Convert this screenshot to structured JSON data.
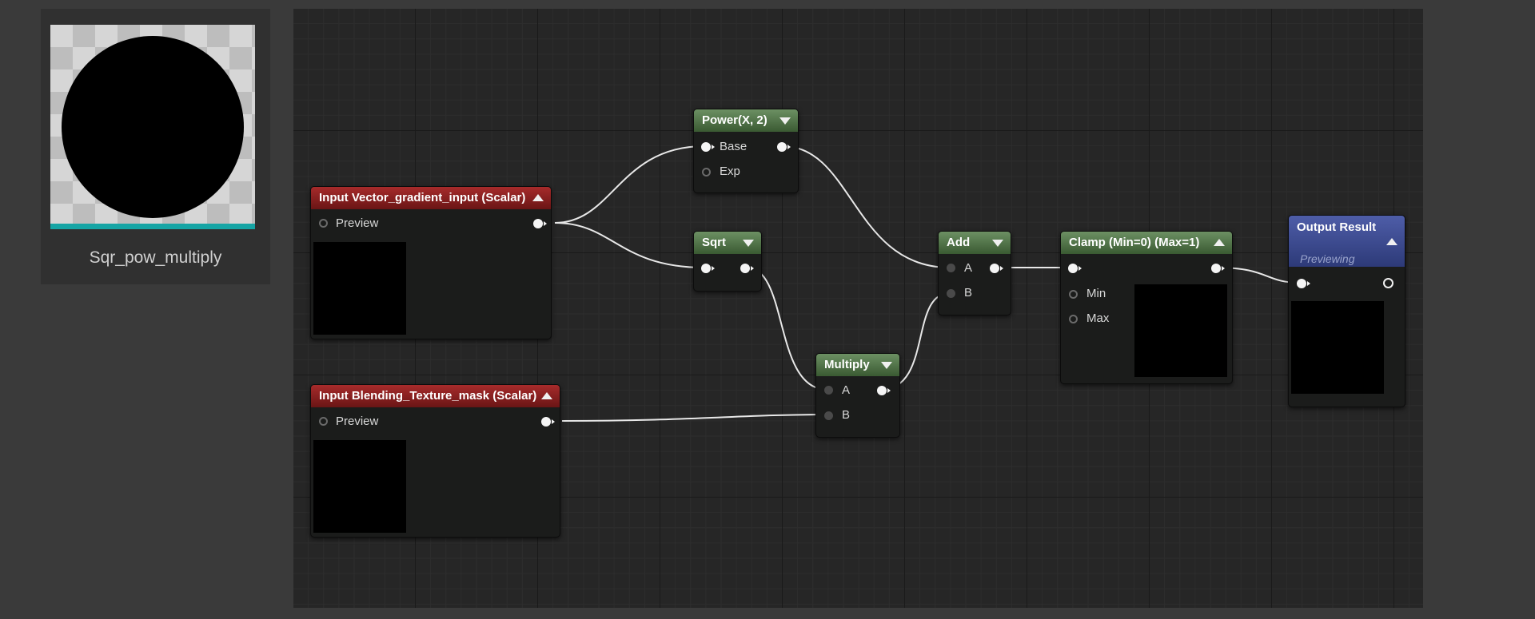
{
  "asset": {
    "name": "Sqr_pow_multiply"
  },
  "nodes": {
    "input_vector": {
      "title": "Input Vector_gradient_input (Scalar)",
      "pin_preview": "Preview"
    },
    "input_blending": {
      "title": "Input Blending_Texture_mask (Scalar)",
      "pin_preview": "Preview"
    },
    "power": {
      "title": "Power(X, 2)",
      "pin_base": "Base",
      "pin_exp": "Exp"
    },
    "sqrt": {
      "title": "Sqrt"
    },
    "multiply": {
      "title": "Multiply",
      "pin_a": "A",
      "pin_b": "B"
    },
    "add": {
      "title": "Add",
      "pin_a": "A",
      "pin_b": "B"
    },
    "clamp": {
      "title": "Clamp (Min=0) (Max=1)",
      "pin_min": "Min",
      "pin_max": "Max"
    },
    "output": {
      "title": "Output Result",
      "subtitle": "Previewing"
    }
  },
  "colors": {
    "input_header": "#8f2222",
    "function_header": "#557a4c",
    "output_header": "#3d4a92",
    "accent_stripe": "#16a5a5"
  }
}
